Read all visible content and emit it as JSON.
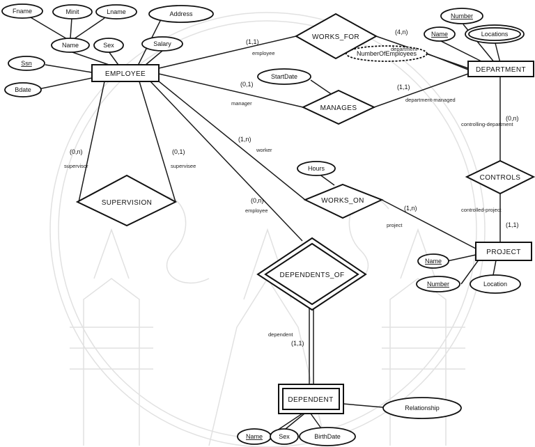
{
  "entities": {
    "employee": "EMPLOYEE",
    "department": "DEPARTMENT",
    "project": "PROJECT",
    "dependent": "DEPENDENT"
  },
  "relationships": {
    "works_for": "WORKS_FOR",
    "manages": "MANAGES",
    "controls": "CONTROLS",
    "works_on": "WORKS_ON",
    "supervision": "SUPERVISION",
    "dependents_of": "DEPENDENTS_OF"
  },
  "attributes": {
    "fname": "Fname",
    "minit": "Minit",
    "lname": "Lname",
    "address": "Address",
    "emp_name": "Name",
    "sex": "Sex",
    "salary": "Salary",
    "ssn": "Ssn",
    "bdate": "Bdate",
    "dept_number": "Number",
    "dept_name": "Name",
    "locations": "Locations",
    "number_of_employees": "NumberOfEmployees",
    "start_date": "StartDate",
    "hours": "Hours",
    "proj_name": "Name",
    "proj_number": "Number",
    "proj_location": "Location",
    "dep_name": "Name",
    "dep_sex": "Sex",
    "birth_date": "BirthDate",
    "relationship": "Relationship"
  },
  "cardinalities": {
    "works_for_employee": "(1,1)",
    "works_for_department": "(4,n)",
    "manages_manager": "(0,1)",
    "manages_department": "(1,1)",
    "controls_department": "(0,n)",
    "controls_project": "(1,1)",
    "works_on_worker": "(1,n)",
    "works_on_project": "(1,n)",
    "supervision_supervisor": "(0,n)",
    "supervision_supervisee": "(0,1)",
    "dependents_of_employee": "(0,n)",
    "dependents_of_dependent": "(1,1)"
  },
  "roles": {
    "employee": "employee",
    "department": "department",
    "manager": "manager",
    "department_managed": "department-managed",
    "controlling_department": "controlling-department",
    "controlled_project": "controlled-project",
    "worker": "worker",
    "project": "project",
    "supervisor": "supervisor",
    "supervisee": "supervisee",
    "dependents_employee": "employee",
    "dependent": "dependent"
  }
}
